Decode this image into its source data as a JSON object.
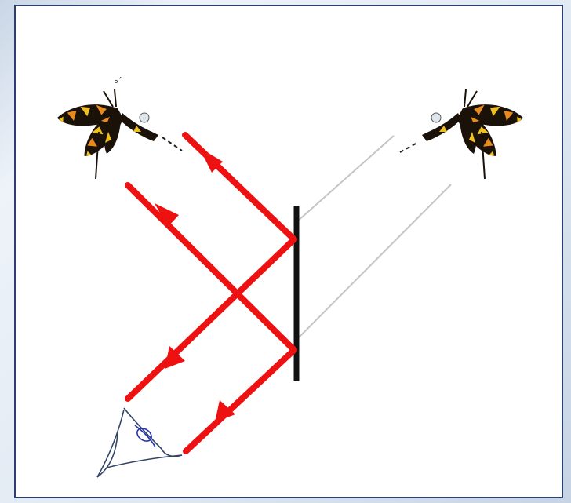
{
  "colors": {
    "reflected_ray": "#ee1111",
    "virtual_ray": "#c4c4c4",
    "mirror": "#111111",
    "frame_border": "#2d3f6e",
    "eye": "#334466"
  },
  "icons": [
    "butterfly-object",
    "butterfly-image",
    "eye-icon",
    "mirror"
  ]
}
